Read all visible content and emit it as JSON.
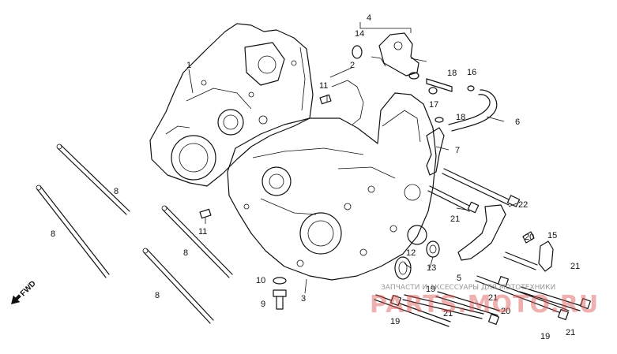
{
  "diagram": {
    "callouts": [
      "1",
      "2",
      "3",
      "4",
      "5",
      "6",
      "7",
      "8",
      "9",
      "10",
      "11",
      "12",
      "13",
      "14",
      "15",
      "16",
      "17",
      "18",
      "19",
      "20",
      "21",
      "22"
    ],
    "fwd_label": "FWD",
    "watermark": {
      "line": "ЗАПЧАСТИ И АКСЕССУАРЫ ДЛЯ МОТОТЕХНИКИ",
      "big": "PARTS.MOTO.RU"
    }
  }
}
